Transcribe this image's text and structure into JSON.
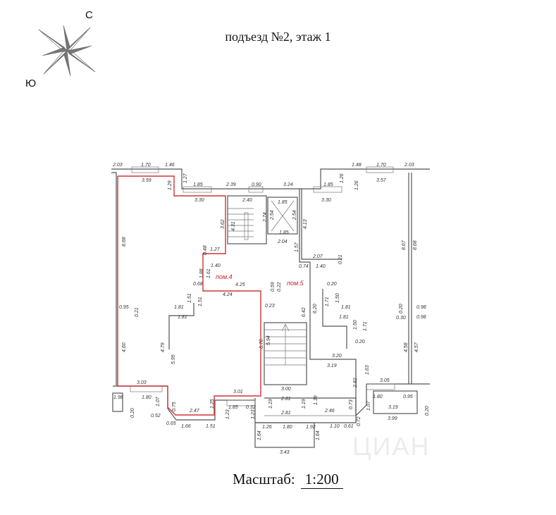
{
  "title": "подъезд №2, этаж 1",
  "compass": {
    "north": "С",
    "south": "Ю"
  },
  "scale": {
    "label": "Масштаб:",
    "value": "1:200"
  },
  "watermark": "ЦИАН",
  "rooms": {
    "room4": "пом.4",
    "room5": "пом.5"
  },
  "colors": {
    "highlight": "#d0343a",
    "wall": "#555555"
  },
  "plan": {
    "dims": [
      "2.03",
      "1.70",
      "1.46",
      "3.59",
      "1.29",
      "1.27",
      "1.85",
      "3.30",
      "2.39",
      "0.90",
      "3.24",
      "1.85",
      "3.30",
      "2.40",
      "1.85",
      "2.54",
      "2.54",
      "1.85",
      "2.04",
      "4.13",
      "3.62",
      "4.31",
      "2.74",
      "1.48",
      "1.70",
      "2.03",
      "1.26",
      "1.26",
      "3.57",
      "8.68",
      "0.48",
      "1.27",
      "1.40",
      "1.88",
      "1.61",
      "0.68",
      "4.25",
      "4.24",
      "0.22",
      "0.59",
      "0.23",
      "1.57",
      "2.07",
      "0.74",
      "1.40",
      "0.21",
      "8.67",
      "8.68",
      "0.95",
      "0.21",
      "1.81",
      "1.51",
      "1.81",
      "1.51",
      "4.79",
      "5.95",
      "4.60",
      "6.76",
      "5.94",
      "6.42",
      "6.20",
      "0.20",
      "1.71",
      "1.50",
      "1.81",
      "1.81",
      "1.50",
      "1.71",
      "0.20",
      "0.20",
      "0.30",
      "0.98",
      "0.98",
      "4.58",
      "4.57",
      "3.20",
      "3.19",
      "1.63",
      "2.82",
      "3.05",
      "1.80",
      "0.95",
      "3.19",
      "1.07",
      "0.73",
      "3.99",
      "0.20",
      "0.72",
      "2.46",
      "1.10",
      "0.61",
      "3.03",
      "1.80",
      "1.07",
      "0.75",
      "0.52",
      "0.65",
      "2.47",
      "1.66",
      "1.51",
      "1.25",
      "1.23",
      "1.85",
      "0.32",
      "1.23",
      "3.01",
      "3.00",
      "2.81",
      "1.19",
      "1.19",
      "1.39",
      "2.81",
      "1.26",
      "1.80",
      "1.92",
      "1.64",
      "1.64",
      "3.43",
      "1.98",
      "0.20"
    ]
  }
}
